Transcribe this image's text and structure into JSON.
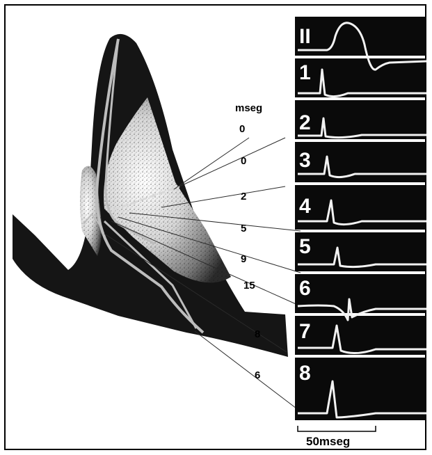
{
  "figure": {
    "unit_label": "mseg",
    "electrode_times": [
      "0",
      "0",
      "2",
      "5",
      "9",
      "15",
      "8",
      "6"
    ],
    "trace_labels": [
      "II",
      "1",
      "2",
      "3",
      "4",
      "5",
      "6",
      "7",
      "8"
    ],
    "scale_bar_label": "50mseg",
    "colors": {
      "background": "#ffffff",
      "tissue": "#151515",
      "panel": "#0a0a0a",
      "trace": "#f2f2f2",
      "conduction": "#bdbdbd"
    }
  }
}
